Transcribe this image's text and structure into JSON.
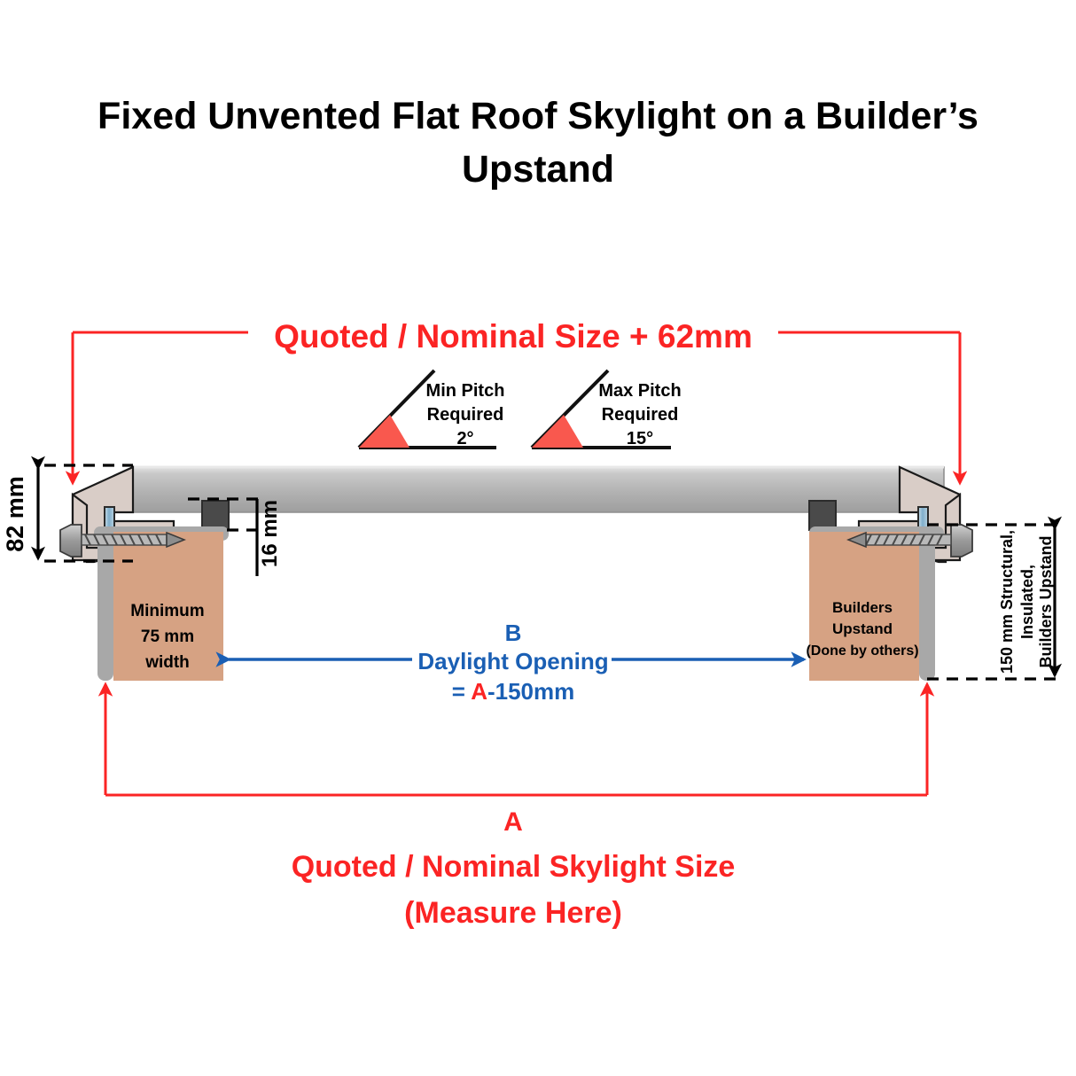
{
  "page": {
    "title": "Fixed Unvented Flat Roof Skylight on a Builder’s Upstand",
    "background_color": "#FFFFFF"
  },
  "colors": {
    "red": "#FB2424",
    "blue": "#1A5FB4",
    "black": "#000000",
    "upstand_fill": "#D6A283",
    "frame_fill": "#D9CDC7",
    "glass_top": "#D6D6D6",
    "glass_body": "#AEAEAE",
    "spacer_gray": "#4A4A4A",
    "cap_gray": "#A8A8A8",
    "seal_blue": "#8FB6CF"
  },
  "top_dimension": {
    "label": "Quoted / Nominal Size + 62mm",
    "name": "quoted-nominal-size-plus-62mm"
  },
  "pitch_indicators": [
    {
      "id": "min-pitch",
      "line1": "Min Pitch",
      "line2": "Required",
      "value": "2°"
    },
    {
      "id": "max-pitch",
      "line1": "Max Pitch",
      "line2": "Required",
      "value": "15°"
    }
  ],
  "dimensions": {
    "frame_height": "82 mm",
    "spacer_height": "16 mm",
    "upstand_height_line1": "150 mm Structural,",
    "upstand_height_line2": "Insulated,",
    "upstand_height_line3": "Builders Upstand"
  },
  "upstand_left": {
    "line1": "Minimum",
    "line2": "75 mm",
    "line3": "width"
  },
  "upstand_right": {
    "line1": "Builders",
    "line2": "Upstand",
    "line3": "(Done by others)"
  },
  "daylight_opening": {
    "letter": "B",
    "label": "Daylight Opening",
    "formula_prefix": "= ",
    "formula_var": "A",
    "formula_suffix": "-150mm"
  },
  "bottom_dimension": {
    "letter": "A",
    "line1": "Quoted / Nominal Skylight Size",
    "line2": "(Measure Here)"
  }
}
